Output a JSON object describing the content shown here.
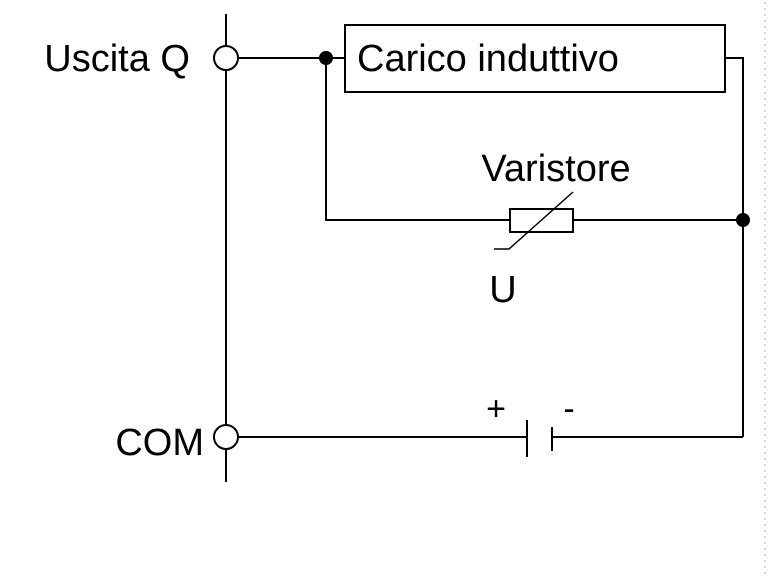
{
  "diagram": {
    "labels": {
      "output": "Uscita Q",
      "common": "COM",
      "load": "Carico induttivo",
      "varistor": "Varistore",
      "voltage_symbol": "U",
      "plus": "+",
      "minus": "-"
    },
    "colors": {
      "line": "#000000",
      "background": "#ffffff"
    }
  }
}
